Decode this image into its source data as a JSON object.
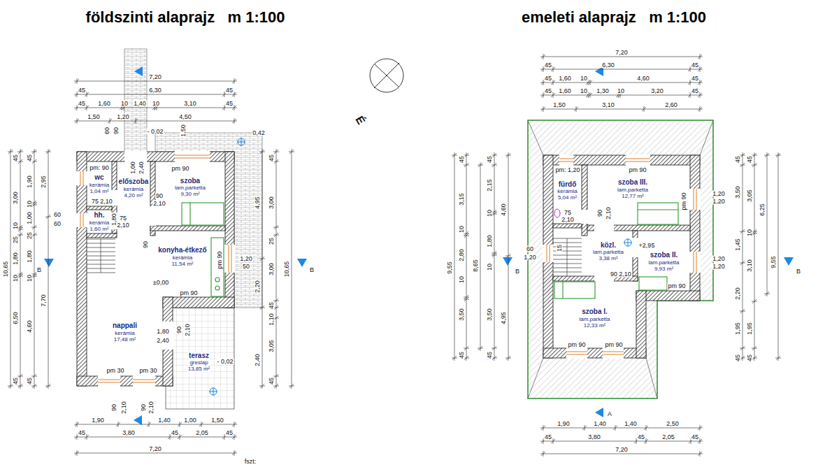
{
  "diagram": {
    "nodes": [
      {
        "text": [
          "földszinti alaprajz   m 1:100"
        ]
      },
      {
        "text": [
          "wc",
          "kerámia",
          "1,04 m²"
        ],
        "in": 0
      },
      {
        "text": [
          "előszoba",
          "kerámia",
          "4,20 m²"
        ],
        "in": 0
      },
      {
        "text": [
          "szoba",
          "lam.parketta",
          "9,30 m²"
        ],
        "in": 0
      },
      {
        "text": [
          "hh.",
          "kerámia",
          "1,60 m²"
        ],
        "in": 0
      },
      {
        "text": [
          "konyha-étkező",
          "kerámia",
          "11,54 m²"
        ],
        "in": 0
      },
      {
        "text": [
          "nappali",
          "kerámia",
          "17,48 m²"
        ],
        "in": 0
      },
      {
        "text": [
          "terasz",
          "greslap",
          "13,85 m²"
        ],
        "in": 0
      },
      {
        "text": [
          "emeleti alaprajz   m 1:100"
        ]
      },
      {
        "text": [
          "fürdő",
          "kerámia",
          "5,04 m²"
        ],
        "in": 8
      },
      {
        "text": [
          "szoba III.",
          "lam.parketta",
          "12,77 m²"
        ],
        "in": 8
      },
      {
        "text": [
          "közl.",
          "lam.parketta",
          "3,38 m²"
        ],
        "in": 8
      },
      {
        "text": [
          "szoba II.",
          "lam.parketta",
          "9,93 m²"
        ],
        "in": 8
      },
      {
        "text": [
          "szoba I.",
          "lam.parketta",
          "12,33 m²"
        ],
        "in": 8
      }
    ],
    "labels": [
      "7,20",
      "45",
      "6,30",
      "45",
      "45",
      "1,60",
      "10",
      "1,40",
      "10",
      "3,10",
      "45",
      "1,50",
      "1,20",
      "4,50",
      "60",
      "90",
      "- 0,02",
      "1,50",
      "0,42",
      "pm: 90",
      "1,00",
      "2,40",
      "90",
      "2,10",
      "pm 90",
      "75",
      "2,10",
      "1,80",
      "75",
      "2,10",
      "90",
      "±0,00",
      "pm 90",
      "pm 90",
      "1,80",
      "2,40",
      "pm 30",
      "pm 30",
      "90",
      "2,10",
      "- 0,02",
      "60",
      "60",
      "1,20",
      "50",
      "10,65",
      "45",
      "3,00",
      "10",
      "25",
      "1,80",
      "10",
      "6,50",
      "45",
      "45",
      "1,90",
      "10",
      "1,00",
      "25",
      "1,80",
      "10",
      "4,60",
      "45",
      "2,95",
      "7,70",
      "B",
      "4,95",
      "2,20",
      "2,40",
      "45",
      "3,00",
      "25",
      "3,00",
      "45",
      "1,10",
      "3,05",
      "45",
      "10,65",
      "B",
      "90",
      "2,10",
      "90",
      "2,10",
      "1,90",
      "1,40",
      "1,00",
      "1,50",
      "45",
      "3,80",
      "45",
      "2,05",
      "45",
      "7,20",
      "fszt:",
      "É",
      "7,20",
      "45",
      "6,30",
      "45",
      "45",
      "1,60",
      "10",
      "4,60",
      "45",
      "45",
      "1,60",
      "10",
      "1,30",
      "10",
      "3,20",
      "45",
      "1,50",
      "3,10",
      "2,60",
      "pm: 1,20",
      "pm 90",
      "pm 90",
      "75",
      "2,10",
      "90",
      "2,10",
      "15",
      "+2,95",
      "90",
      "2,10",
      "pm 90",
      "pm 90",
      "pm 90",
      "1,20",
      "1,20",
      "1,20",
      "1,20",
      "60",
      "1,20",
      "9,55",
      "45",
      "3,15",
      "10",
      "2,80",
      "10",
      "3,50",
      "45",
      "8,65",
      "45",
      "2,15",
      "10",
      "1,80",
      "10",
      "3,50",
      "45",
      "4,60",
      "4,95",
      "B",
      "45",
      "3,50",
      "1,45",
      "2,20",
      "1,95",
      "45",
      "45",
      "3,05",
      "10",
      "3,10",
      "1,95",
      "45",
      "6,25",
      "9,55",
      "B",
      "1,90",
      "1,40",
      "1,40",
      "2,50",
      "A",
      "45",
      "3,80",
      "45",
      "2,05",
      "45",
      "7,20"
    ]
  }
}
